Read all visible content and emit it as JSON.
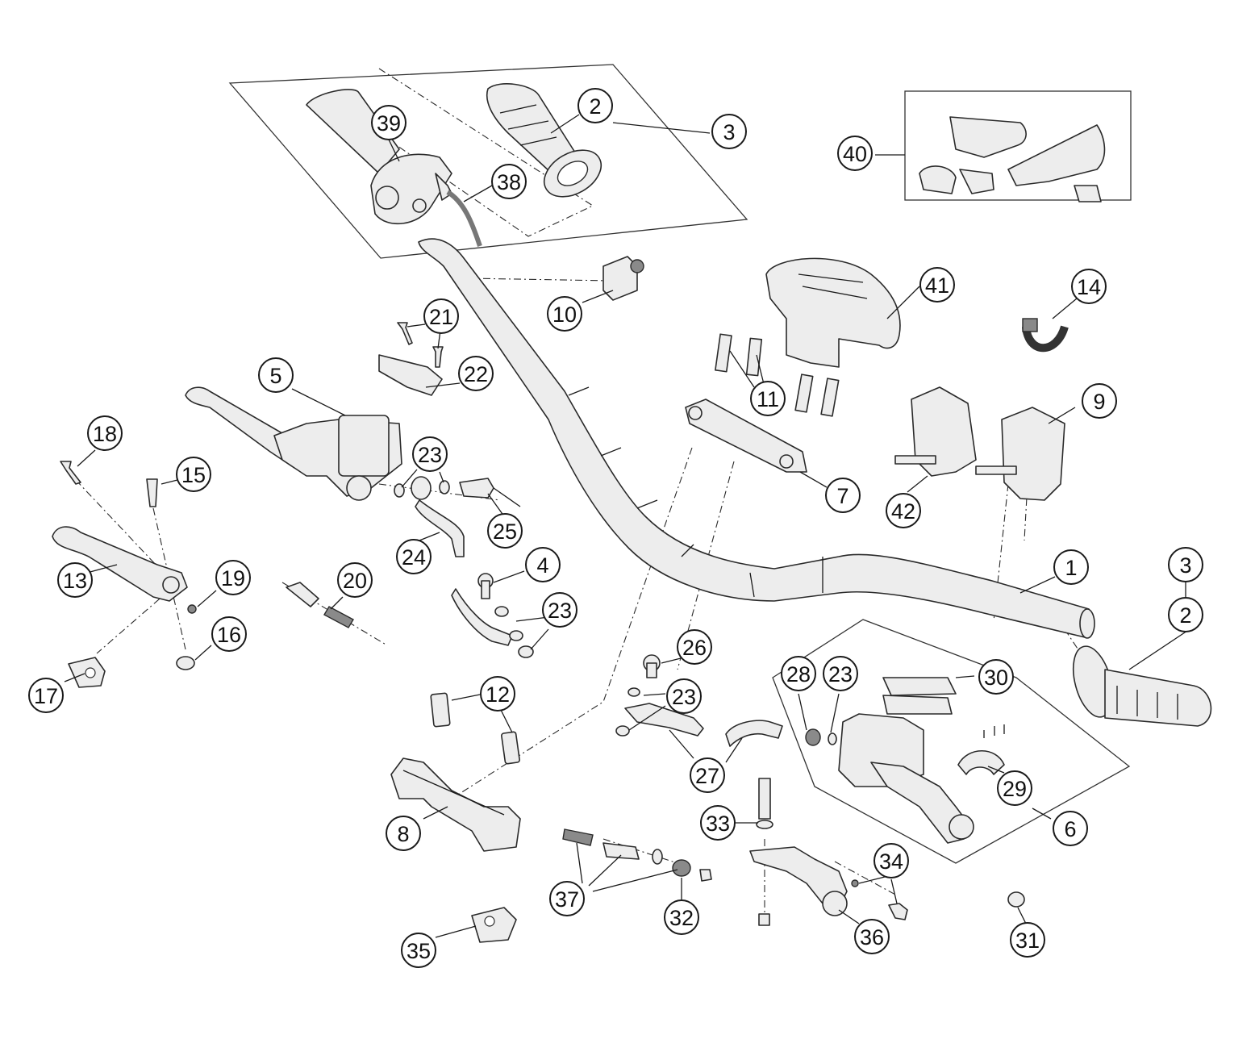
{
  "callouts": [
    {
      "id": "c39",
      "label": "39"
    },
    {
      "id": "c2a",
      "label": "2"
    },
    {
      "id": "c3a",
      "label": "3"
    },
    {
      "id": "c38",
      "label": "38"
    },
    {
      "id": "c40",
      "label": "40"
    },
    {
      "id": "c10",
      "label": "10"
    },
    {
      "id": "c41",
      "label": "41"
    },
    {
      "id": "c14",
      "label": "14"
    },
    {
      "id": "c21",
      "label": "21"
    },
    {
      "id": "c22",
      "label": "22"
    },
    {
      "id": "c5",
      "label": "5"
    },
    {
      "id": "c11",
      "label": "11"
    },
    {
      "id": "c9",
      "label": "9"
    },
    {
      "id": "c18",
      "label": "18"
    },
    {
      "id": "c15",
      "label": "15"
    },
    {
      "id": "c23a",
      "label": "23"
    },
    {
      "id": "c7",
      "label": "7"
    },
    {
      "id": "c42",
      "label": "42"
    },
    {
      "id": "c25",
      "label": "25"
    },
    {
      "id": "c13",
      "label": "13"
    },
    {
      "id": "c19",
      "label": "19"
    },
    {
      "id": "c20",
      "label": "20"
    },
    {
      "id": "c24",
      "label": "24"
    },
    {
      "id": "c4",
      "label": "4"
    },
    {
      "id": "c1",
      "label": "1"
    },
    {
      "id": "c3b",
      "label": "3"
    },
    {
      "id": "c2b",
      "label": "2"
    },
    {
      "id": "c23b",
      "label": "23"
    },
    {
      "id": "c16",
      "label": "16"
    },
    {
      "id": "c26",
      "label": "26"
    },
    {
      "id": "c28",
      "label": "28"
    },
    {
      "id": "c23c",
      "label": "23"
    },
    {
      "id": "c30",
      "label": "30"
    },
    {
      "id": "c17",
      "label": "17"
    },
    {
      "id": "c12",
      "label": "12"
    },
    {
      "id": "c23d",
      "label": "23"
    },
    {
      "id": "c27",
      "label": "27"
    },
    {
      "id": "c29",
      "label": "29"
    },
    {
      "id": "c8",
      "label": "8"
    },
    {
      "id": "c33",
      "label": "33"
    },
    {
      "id": "c6",
      "label": "6"
    },
    {
      "id": "c34",
      "label": "34"
    },
    {
      "id": "c37",
      "label": "37"
    },
    {
      "id": "c32",
      "label": "32"
    },
    {
      "id": "c35",
      "label": "35"
    },
    {
      "id": "c36",
      "label": "36"
    },
    {
      "id": "c31",
      "label": "31"
    }
  ]
}
